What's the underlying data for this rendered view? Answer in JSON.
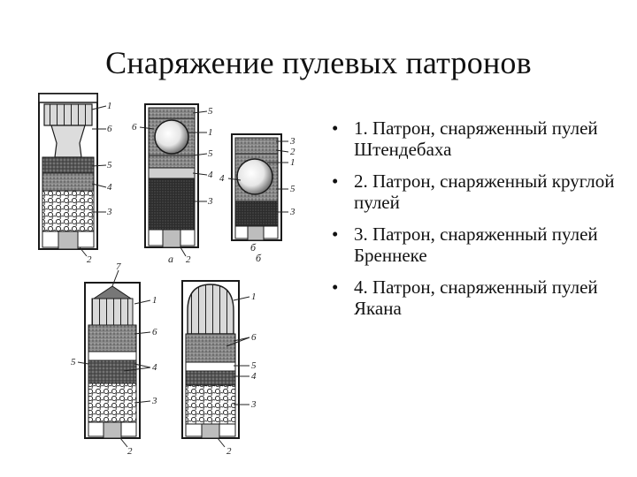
{
  "title": "Снаряжение пулевых патронов",
  "bullets": [
    {
      "marker": "•",
      "text": "1. Патрон, снаряженный пулей Штендебаха"
    },
    {
      "marker": "•",
      "text": "2. Патрон, снаряженный круглой пулей"
    },
    {
      "marker": "•",
      "text": "3. Патрон, снаряженный пулей Бреннеке"
    },
    {
      "marker": "•",
      "text": "4. Патрон, снаряженный пулей Якана"
    }
  ],
  "figure_labels": {
    "c1": [
      "1",
      "6",
      "5",
      "4",
      "3",
      "2"
    ],
    "c2": [
      "5",
      "1",
      "6",
      "5",
      "4",
      "3",
      "a",
      "2"
    ],
    "c3": [
      "3",
      "2",
      "1",
      "4",
      "5",
      "3",
      "б",
      "б"
    ],
    "c4": [
      "7",
      "1",
      "6",
      "5",
      "4",
      "3",
      "2"
    ],
    "c5": [
      "1",
      "6",
      "5",
      "4",
      "3",
      "2"
    ]
  },
  "colors": {
    "line": "#1a1a1a",
    "dark": "#2b2b2b",
    "grey": "#6b6b6b",
    "light": "#cfcfcf"
  }
}
